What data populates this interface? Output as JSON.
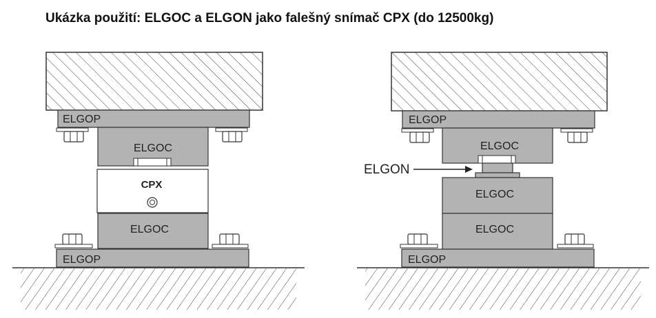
{
  "title": "Ukázka použití: ELGOC a ELGON jako falešný snímač CPX (do 12500kg)",
  "left": {
    "top_plate": "ELGOP",
    "upper_block": "ELGOC",
    "sensor": "CPX",
    "lower_block": "ELGOC",
    "bottom_plate": "ELGOP"
  },
  "right": {
    "top_plate": "ELGOP",
    "upper_block": "ELGOC",
    "elgon_label": "ELGON",
    "middle_block": "ELGOC",
    "lower_block": "ELGOC",
    "bottom_plate": "ELGOP"
  },
  "colors": {
    "block_fill": "#b3b3b3",
    "stroke": "#333333",
    "hatch": "#444444"
  }
}
